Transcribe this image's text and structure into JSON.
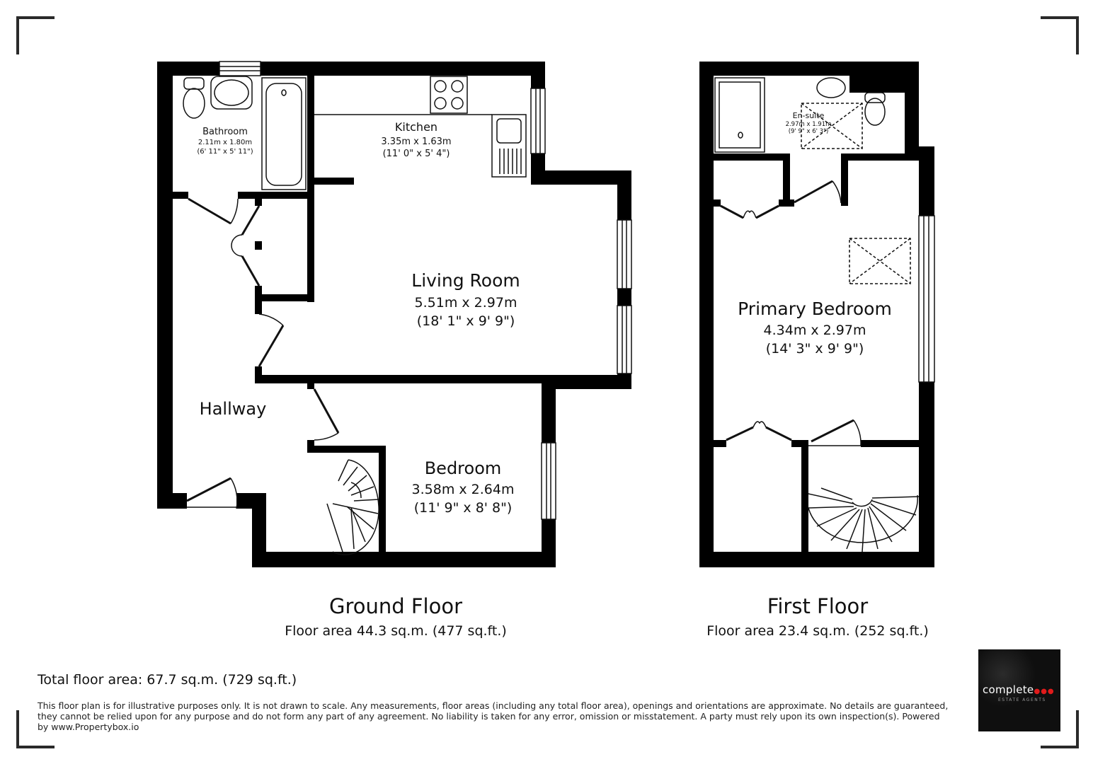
{
  "rooms": {
    "bathroom": {
      "name": "Bathroom",
      "metric": "2.11m x 1.80m",
      "imperial": "(6' 11\" x 5' 11\")"
    },
    "kitchen": {
      "name": "Kitchen",
      "metric": "3.35m x 1.63m",
      "imperial": "(11' 0\" x 5' 4\")"
    },
    "living": {
      "name": "Living Room",
      "metric": "5.51m x 2.97m",
      "imperial": "(18' 1\" x 9' 9\")"
    },
    "hallway": {
      "name": "Hallway"
    },
    "bedroom": {
      "name": "Bedroom",
      "metric": "3.58m x 2.64m",
      "imperial": "(11' 9\" x 8' 8\")"
    },
    "ensuite": {
      "name": "En-suite",
      "metric": "2.97m x 1.91m",
      "imperial": "(9' 9\" x 6' 3\")"
    },
    "primary": {
      "name": "Primary Bedroom",
      "metric": "4.34m x 2.97m",
      "imperial": "(14' 3\" x 9' 9\")"
    }
  },
  "floors": {
    "ground": {
      "title": "Ground Floor",
      "area": "Floor area 44.3 sq.m. (477 sq.ft.)"
    },
    "first": {
      "title": "First Floor",
      "area": "Floor area 23.4 sq.m. (252 sq.ft.)"
    }
  },
  "total_area": "Total floor area: 67.7 sq.m. (729 sq.ft.)",
  "disclaimer": "This floor plan is for illustrative purposes only. It is not drawn to scale. Any measurements, floor areas (including any total floor area), openings and orientations are approximate. No details are guaranteed, they cannot be relied upon for any purpose and do not form any part of any agreement. No liability is taken for any error, omission or misstatement. A party must rely upon its own inspection(s). Powered by www.Propertybox.io",
  "logo": {
    "word": "complete",
    "tagline": "ESTATE AGENTS"
  },
  "colors": {
    "wall": "#000000",
    "background": "#ffffff",
    "logo_bg": "#0f0f0f",
    "logo_accent": "#e01b1b"
  }
}
